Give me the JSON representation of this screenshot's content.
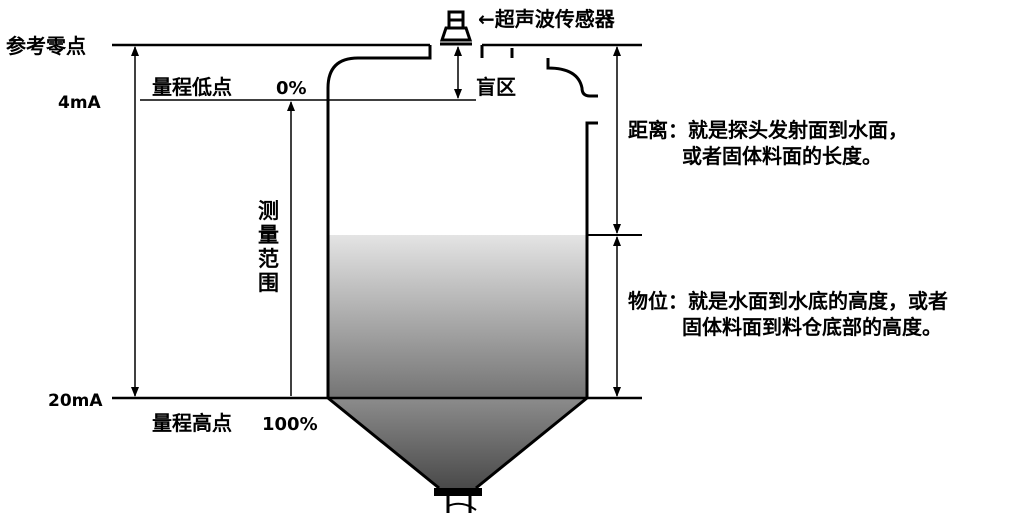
{
  "labels": {
    "reference_zero": "参考零点",
    "sensor": "←超声波传感器",
    "range_low": "量程低点",
    "range_low_pct": "0%",
    "blind_zone": "盲区",
    "current_4ma": "4mA",
    "current_20ma": "20mA",
    "range_high": "量程高点",
    "range_high_pct": "100%",
    "measure_range": [
      "测",
      "量",
      "范",
      "围"
    ],
    "distance_line1": "距离：就是探头发射面到水面，",
    "distance_line2": "或者固体料面的长度。",
    "level_line1": "物位：就是水面到水底的高度，或者",
    "level_line2": "固体料面到料仓底部的高度。"
  },
  "colors": {
    "stroke": "#000000",
    "liquid_top": "#e6e6e6",
    "liquid_bottom": "#777777",
    "cone_top": "#8a8a8a",
    "cone_bottom": "#4a4a4a"
  }
}
